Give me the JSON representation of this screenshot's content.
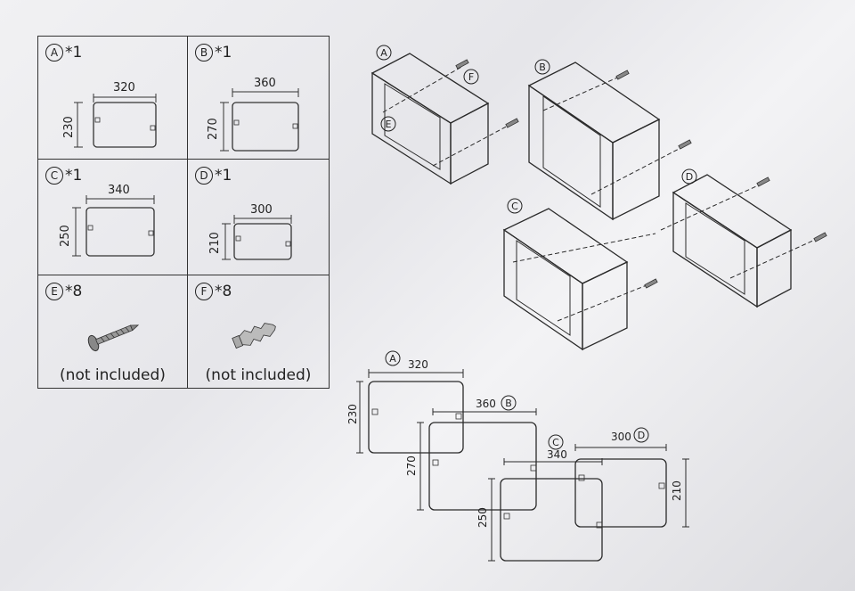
{
  "parts": [
    {
      "id": "A",
      "qty": "*1",
      "width": "320",
      "height": "230"
    },
    {
      "id": "B",
      "qty": "*1",
      "width": "360",
      "height": "270"
    },
    {
      "id": "C",
      "qty": "*1",
      "width": "340",
      "height": "250"
    },
    {
      "id": "D",
      "qty": "*1",
      "width": "300",
      "height": "210"
    },
    {
      "id": "E",
      "qty": "*8",
      "note": "(not included)"
    },
    {
      "id": "F",
      "qty": "*8",
      "note": "(not included)"
    }
  ],
  "iso_labels": {
    "A": "A",
    "B": "B",
    "C": "C",
    "D": "D",
    "E": "E",
    "F": "F"
  },
  "layout": {
    "A": {
      "label": "A",
      "width": "320",
      "height": "230"
    },
    "B": {
      "label": "B",
      "width": "360",
      "height": "270"
    },
    "C": {
      "label": "C",
      "width": "340",
      "height": "250"
    },
    "D": {
      "label": "D",
      "width": "300",
      "height": "210"
    }
  }
}
